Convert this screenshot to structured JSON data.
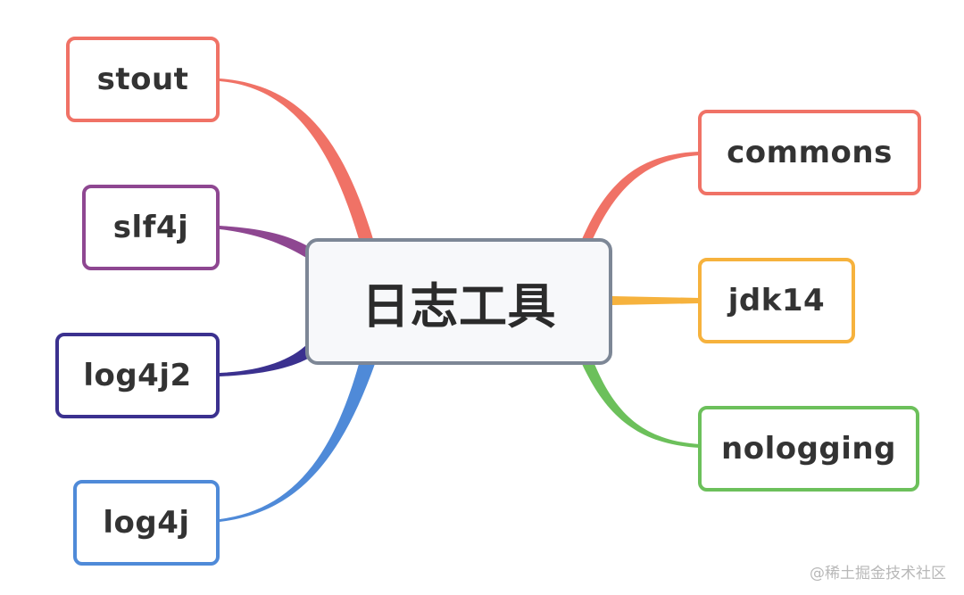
{
  "root": {
    "label": "日志工具",
    "color": "#7d8796"
  },
  "left_branches": [
    {
      "id": "stout",
      "label": "stout",
      "color": "#f07266"
    },
    {
      "id": "slf4j",
      "label": "slf4j",
      "color": "#8e4791"
    },
    {
      "id": "log4j2",
      "label": "log4j2",
      "color": "#3b318f"
    },
    {
      "id": "log4j",
      "label": "log4j",
      "color": "#4f8ad8"
    }
  ],
  "right_branches": [
    {
      "id": "commons",
      "label": "commons",
      "color": "#f07266"
    },
    {
      "id": "jdk14",
      "label": "jdk14",
      "color": "#f6b23d"
    },
    {
      "id": "nologging",
      "label": "nologging",
      "color": "#6cc05b"
    }
  ],
  "watermark": "@稀土掘金技术社区"
}
